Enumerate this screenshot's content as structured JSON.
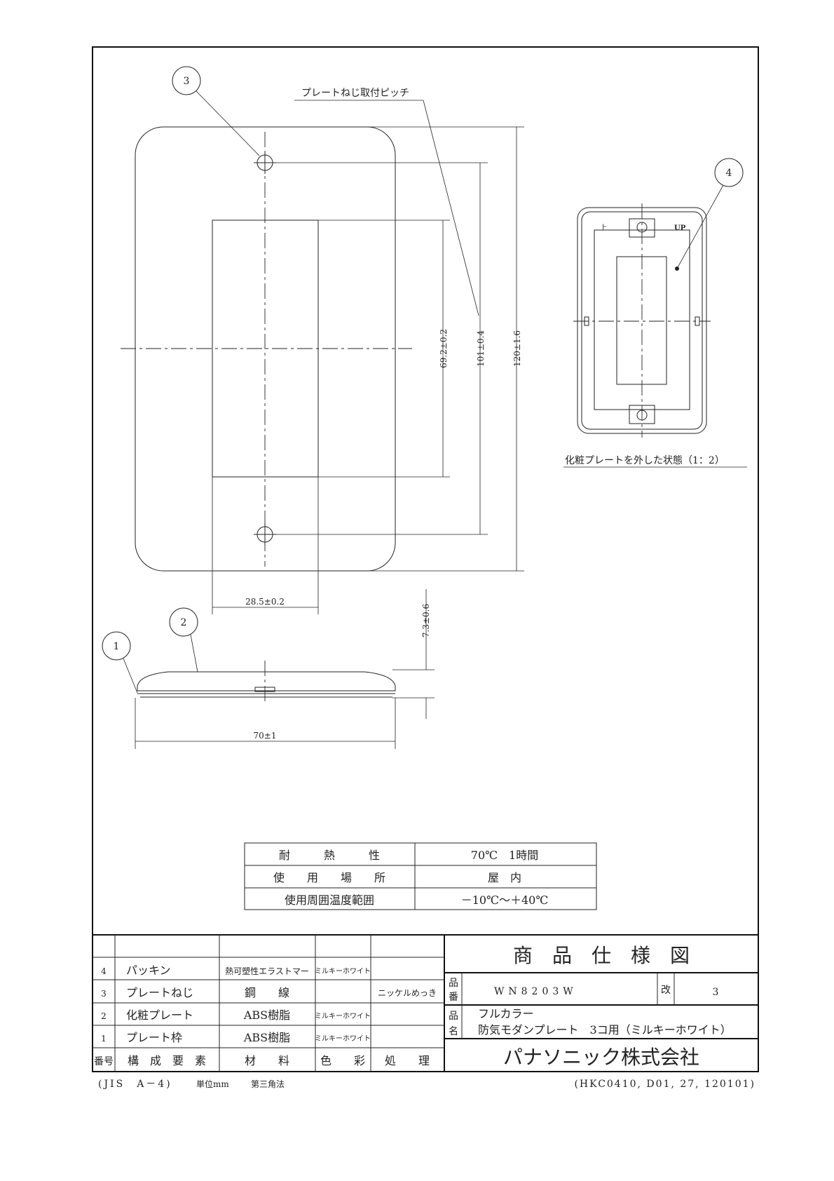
{
  "drawing": {
    "callouts": [
      "1",
      "2",
      "3",
      "4"
    ],
    "pitch_label": "プレートねじ取付ピッチ",
    "dims": {
      "height_total": "120±1.6",
      "screw_pitch": "101±0.4",
      "window_height": "69.2±0.2",
      "window_width": "28.5±0.2",
      "thickness": "7.3±0.6",
      "width_total": "70±1"
    },
    "side_caption": "化粧プレートを外した状態（1：2）",
    "up_marks": [
      "上",
      "UP"
    ]
  },
  "spec_table": [
    {
      "label": "耐　　　熱　　　性",
      "value": "70℃　1時間"
    },
    {
      "label": "使　　用　　場　　所",
      "value": "屋　内"
    },
    {
      "label": "使用周囲温度範囲",
      "value": "－10℃～＋40℃"
    }
  ],
  "parts_table": {
    "headers": [
      "番号",
      "構　成　要　素",
      "材　　料",
      "色　　彩",
      "処　　理"
    ],
    "rows": [
      {
        "no": "4",
        "name": "パッキン",
        "material": "熱可塑性エラストマー",
        "color": "ミルキーホワイト",
        "treatment": ""
      },
      {
        "no": "3",
        "name": "プレートねじ",
        "material": "鋼　　線",
        "color": "",
        "treatment": "ニッケルめっき"
      },
      {
        "no": "2",
        "name": "化粧プレート",
        "material": "ABS樹脂",
        "color": "ミルキーホワイト",
        "treatment": ""
      },
      {
        "no": "1",
        "name": "プレート枠",
        "material": "ABS樹脂",
        "color": "ミルキーホワイト",
        "treatment": ""
      }
    ]
  },
  "title_block": {
    "title": "商　品　仕　様　図",
    "part_no_label": [
      "品",
      "番"
    ],
    "part_no": "WN8203W",
    "rev_label": "改",
    "rev": "3",
    "name_label": [
      "品",
      "名"
    ],
    "name_line1": "フルカラー",
    "name_line2": "防気モダンプレート　3コ用（ミルキーホワイト）",
    "company": "パナソニック株式会社"
  },
  "footer": {
    "paper": "(JIS　A－4)",
    "unit": "単位mm",
    "projection": "第三角法",
    "code": "(HKC0410, D01, 27, 120101)"
  }
}
